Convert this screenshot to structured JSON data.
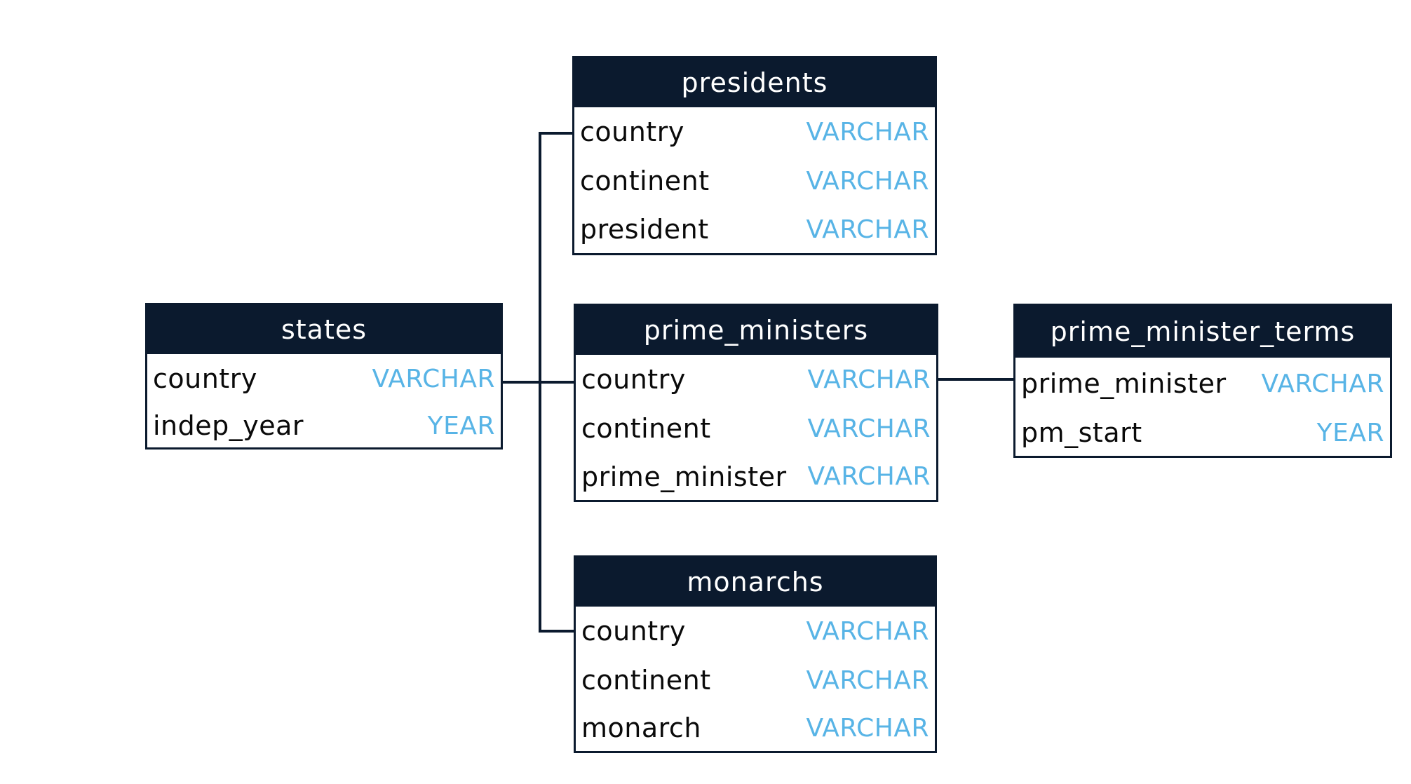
{
  "colors": {
    "header_bg": "#0b1a2e",
    "header_text": "#ffffff",
    "field_text": "#0a0a0a",
    "type_text": "#58b4e6",
    "line": "#0b1a2e"
  },
  "tables": {
    "states": {
      "name": "states",
      "fields": [
        {
          "name": "country",
          "type": "VARCHAR"
        },
        {
          "name": "indep_year",
          "type": "YEAR"
        }
      ]
    },
    "presidents": {
      "name": "presidents",
      "fields": [
        {
          "name": "country",
          "type": "VARCHAR"
        },
        {
          "name": "continent",
          "type": "VARCHAR"
        },
        {
          "name": "president",
          "type": "VARCHAR"
        }
      ]
    },
    "prime_ministers": {
      "name": "prime_ministers",
      "fields": [
        {
          "name": "country",
          "type": "VARCHAR"
        },
        {
          "name": "continent",
          "type": "VARCHAR"
        },
        {
          "name": "prime_minister",
          "type": "VARCHAR"
        }
      ]
    },
    "monarchs": {
      "name": "monarchs",
      "fields": [
        {
          "name": "country",
          "type": "VARCHAR"
        },
        {
          "name": "continent",
          "type": "VARCHAR"
        },
        {
          "name": "monarch",
          "type": "VARCHAR"
        }
      ]
    },
    "prime_minister_terms": {
      "name": "prime_minister_terms",
      "fields": [
        {
          "name": "prime_minister",
          "type": "VARCHAR"
        },
        {
          "name": "pm_start",
          "type": "YEAR"
        }
      ]
    }
  }
}
